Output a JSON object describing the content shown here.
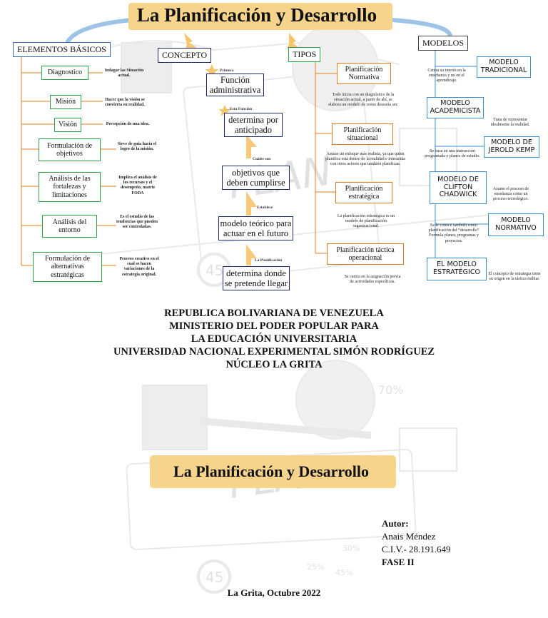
{
  "top": {
    "title": "La Planificación y Desarrollo",
    "elementos_header": "ELEMENTOS BÁSICOS",
    "concepto_header": "CONCEPTO",
    "tipos_header": "TIPOS",
    "modelos_header": "MODELOS"
  },
  "elementos": [
    {
      "label": "Diagnostico",
      "note": "Indagar las Situación actual."
    },
    {
      "label": "Misión",
      "note": "Hacer que la visión se convierta en realidad."
    },
    {
      "label": "Visión",
      "note": "Percepción de una idea."
    },
    {
      "label": "Formulación de objetivos",
      "note": "Sirve de guía hacia el logro de la misión."
    },
    {
      "label": "Análisis de las fortalezas y limitaciones",
      "note": "Implica el análisis de los recursos y el desempeño, matriz FODA"
    },
    {
      "label": "Análisis del entorno",
      "note": "Es el estudio de las tendencias que pueden ser controladas."
    },
    {
      "label": "Formulación de alternativas estratégicas",
      "note": "Proceso creativo en el cual se hacen variaciones de la estrategia original."
    }
  ],
  "concepto": {
    "steps": [
      "Función administrativa",
      "determina por anticipado",
      "objetivos que deben cumplirse",
      "modelo teórico para actuar en el futuro",
      "determina donde se pretende llegar"
    ],
    "connectors": [
      "Primera",
      "Esta Función",
      "Cuales son",
      "Establece",
      "La Planificación"
    ]
  },
  "tipos": [
    {
      "label": "Planificación Normativa",
      "note": "Todo inicia con un diagnóstico de la situación actual, a partir de ahí, se elabora un modelo de como desearía ser."
    },
    {
      "label": "Planificación situacional",
      "note": "Asume un enfoque más realista, ya que quien planifica está dentro de la realidad e interactúa con otros actores que también planifican."
    },
    {
      "label": "Planificación estratégica",
      "note": "La planificación estratégica es un modelo de planificación organizacional."
    },
    {
      "label": "Planificación táctica operacional",
      "note": "Se centra en la asignación previa de actividades específicas."
    }
  ],
  "modelos": [
    {
      "label": "MODELO TRADICIONAL",
      "note": "Centra su interés en la enseñanza y no en el aprendizaje."
    },
    {
      "label": "MODELO ACADEMICISTA",
      "note": "Trata de representar idealmente la realidad."
    },
    {
      "label": "MODELO DE JEROLD KEMP",
      "note": "Se basa en una instrucción programada y planes de estudio."
    },
    {
      "label": "MODELO DE CLIFTON CHADWICK",
      "note": "Asume el proceso de enseñanza como un proceso tecnológico."
    },
    {
      "label": "MODELO NORMATIVO",
      "note": "Se le conoce también como planificación del “desarrollo” Formula planes, programas y proyectos."
    },
    {
      "label": "EL MODELO ESTRATÉGICO",
      "note": "El concepto de estrategia tiene su origen en la táctica militar."
    }
  ],
  "cover": {
    "lines": [
      "REPUBLICA BOLIVARIANA DE VENEZUELA",
      "MINISTERIO DEL PODER POPULAR PARA",
      "LA EDUCACIÓN UNIVERSITARIA",
      "UNIVERSIDAD NACIONAL EXPERIMENTAL SIMÓN RODRÍGUEZ",
      "NÚCLEO LA GRITA"
    ],
    "title": "La Planificación y Desarrollo",
    "author_label": "Autor:",
    "author_name": "Anais Méndez",
    "author_id": "C.I.V.- 28.191.649",
    "fase": "FASE II",
    "place_date": "La Grita, Octubre 2022"
  },
  "art_text": {
    "plan": "PLAN",
    "n45": "45",
    "p70": "70%",
    "p30": "30%",
    "p25": "25%",
    "p45": "45%"
  },
  "colors": {
    "banner": "#f6d48c",
    "green": "#2aa54e",
    "navy": "#1e2a6b",
    "orange": "#e07a20",
    "blue": "#3a8fd0"
  }
}
